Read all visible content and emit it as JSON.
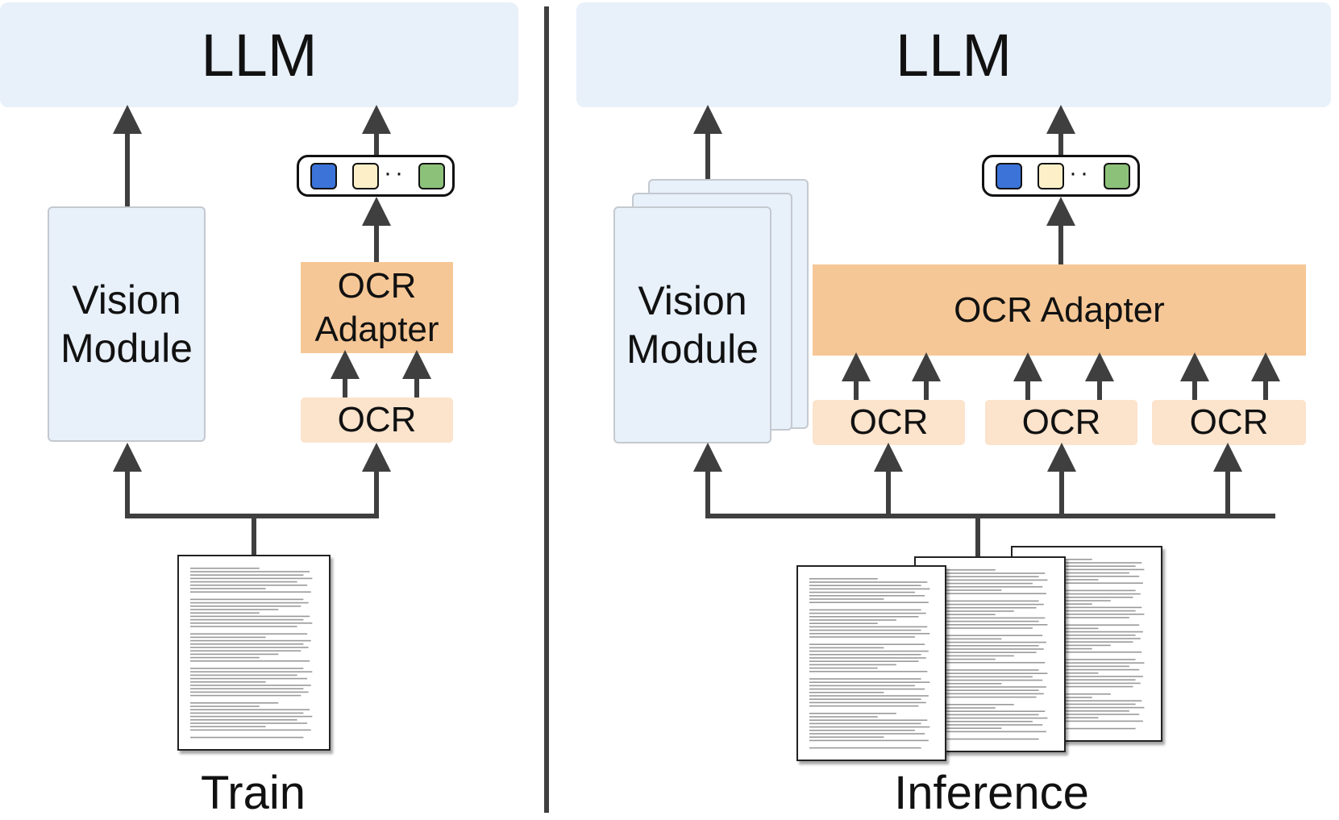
{
  "left": {
    "llm_label": "LLM",
    "vision_label_1": "Vision",
    "vision_label_2": "Module",
    "adapter_label_1": "OCR",
    "adapter_label_2": "Adapter",
    "ocr_label": "OCR",
    "caption": "Train"
  },
  "right": {
    "llm_label": "LLM",
    "vision_label_1": "Vision",
    "vision_label_2": "Module",
    "adapter_label": "OCR Adapter",
    "ocr_labels": [
      "OCR",
      "OCR",
      "OCR"
    ],
    "caption": "Inference"
  },
  "token_colors": [
    "#3b73d9",
    "#fdf0c8",
    "#8cc17a"
  ],
  "colors": {
    "llm_bg": "#e8f0fa",
    "vision_bg": "#e8f0fa",
    "adapter_bg": "#f6c796",
    "ocr_bg": "#fbe3cc",
    "arrow": "#3f3f3f"
  }
}
